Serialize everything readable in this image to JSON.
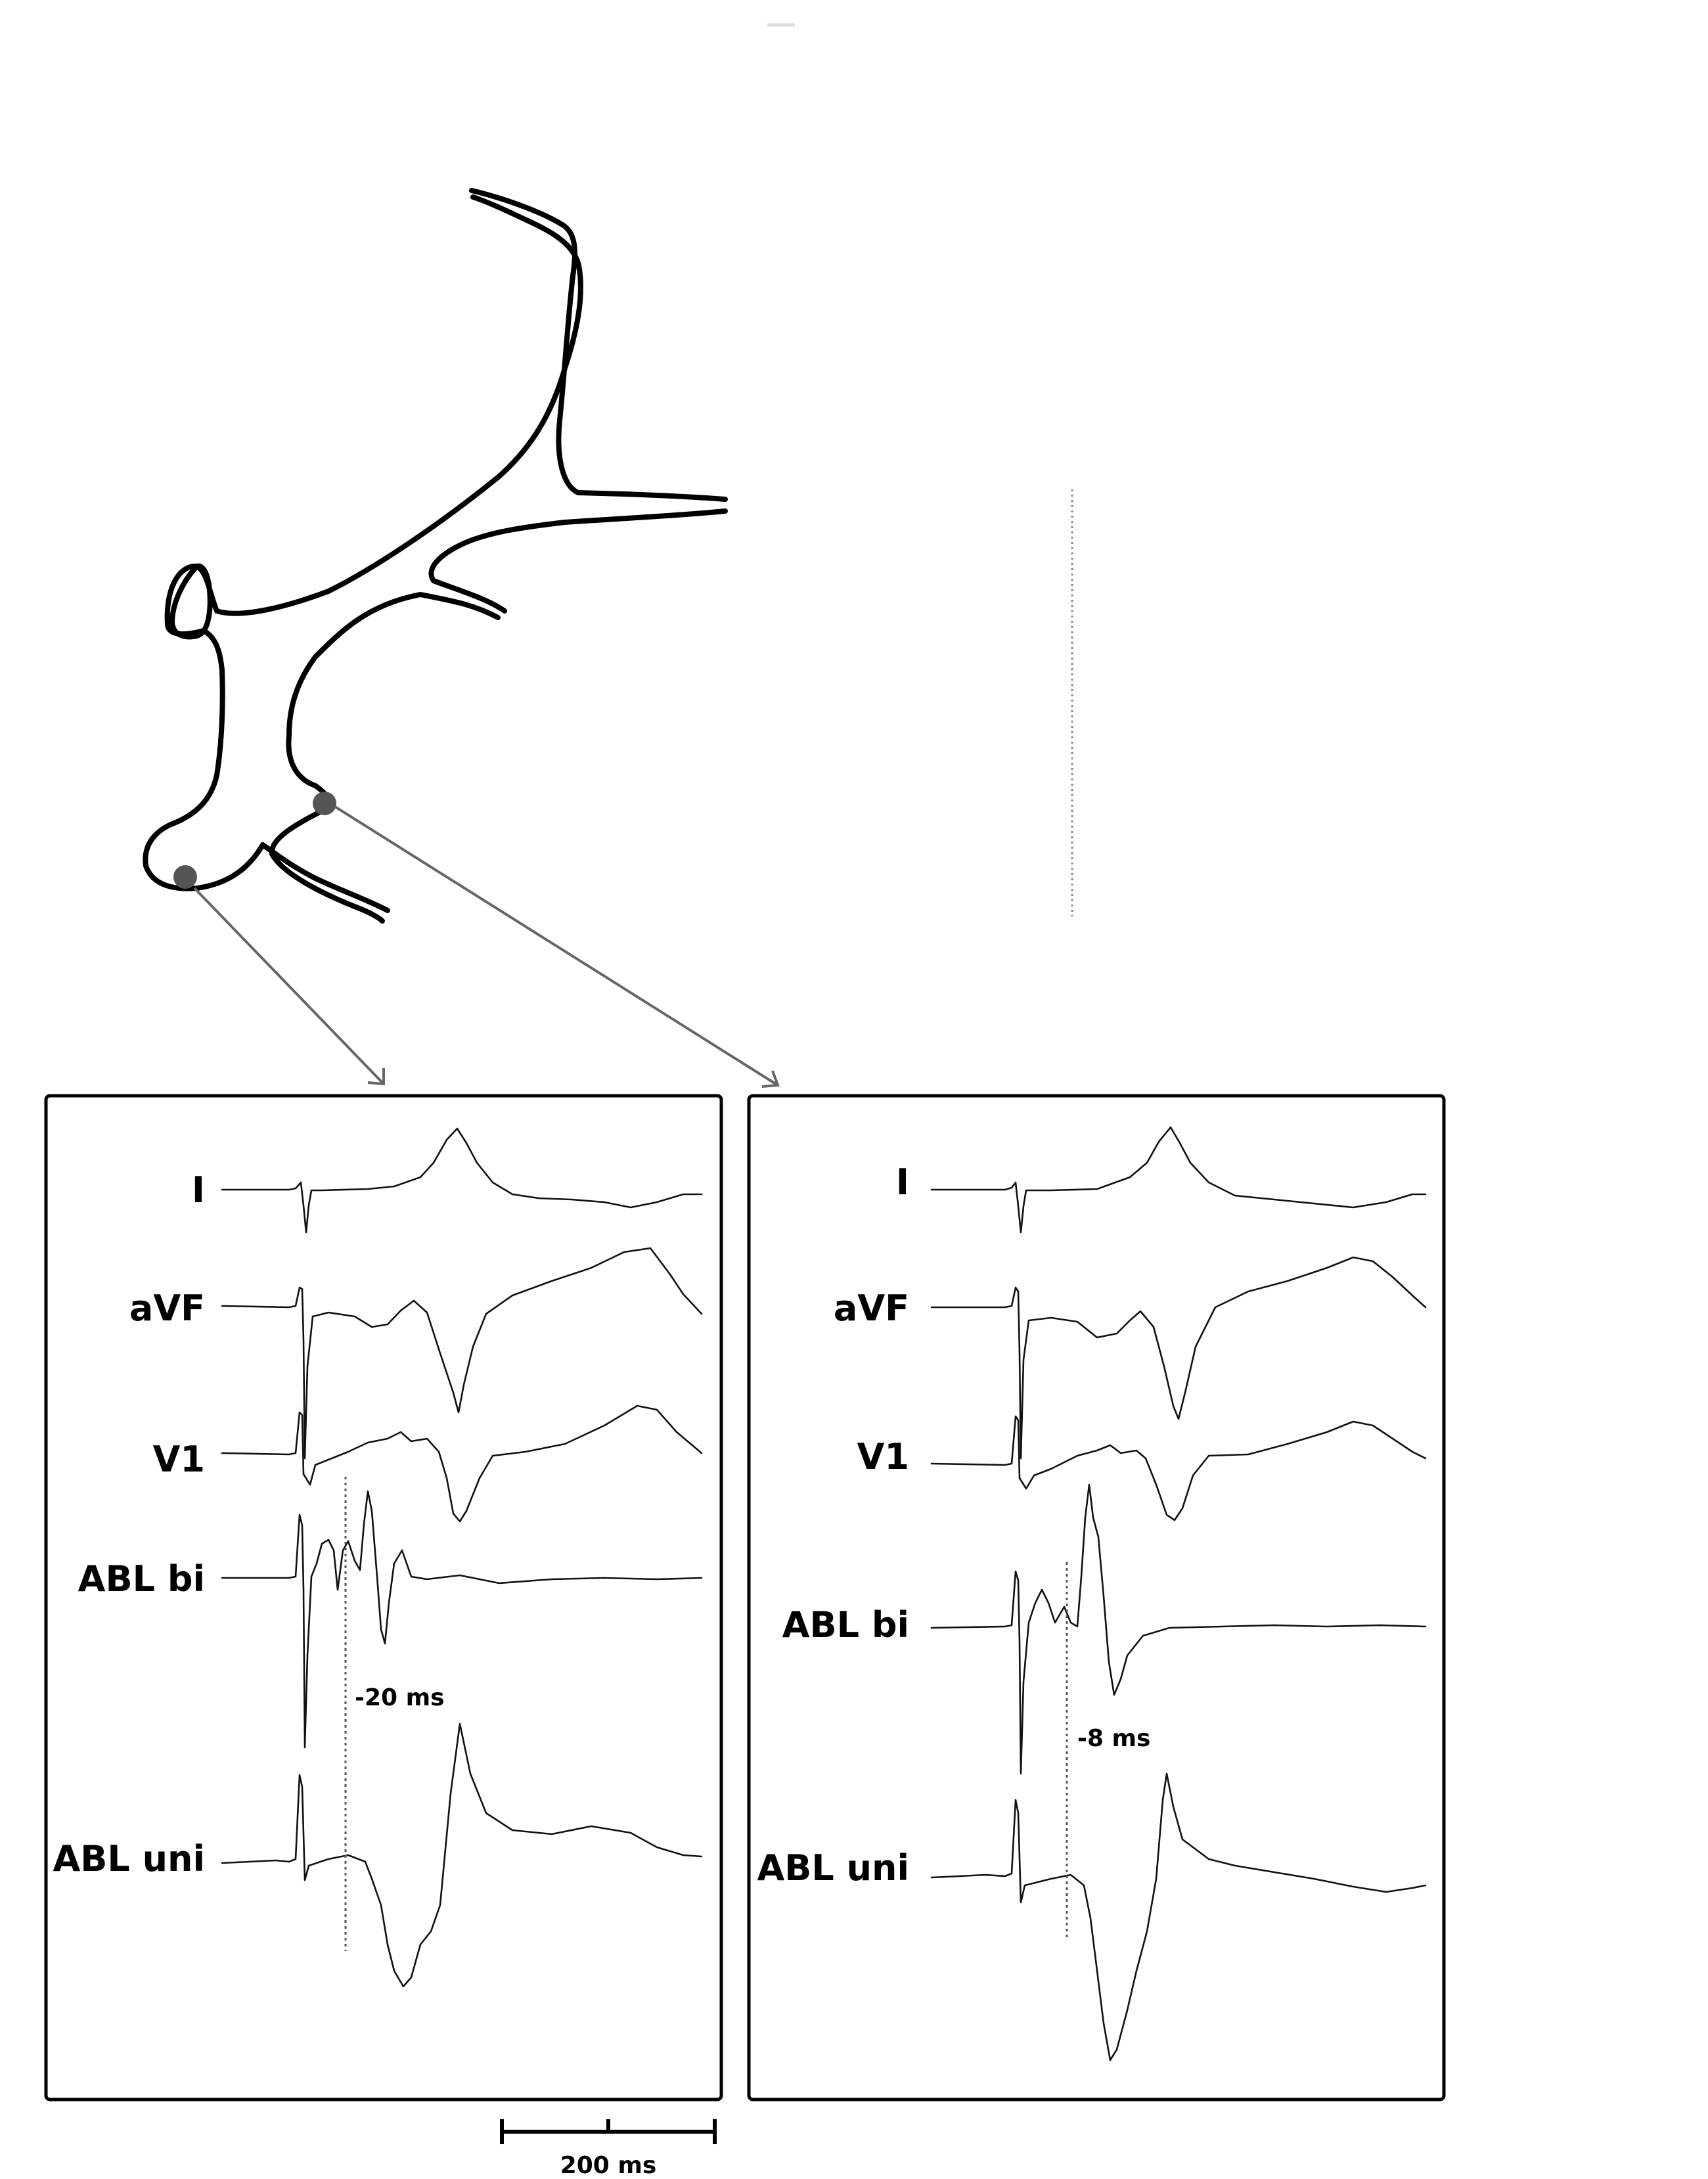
{
  "panels": [
    {
      "id": "left",
      "leads": [
        "I",
        "aVF",
        "V1",
        "ABL bi",
        "ABL uni"
      ],
      "timing_label": "-20 ms"
    },
    {
      "id": "right",
      "leads": [
        "I",
        "aVF",
        "V1",
        "ABL bi",
        "ABL uni"
      ],
      "timing_label": "-8 ms"
    }
  ],
  "scale_bar": {
    "label": "200 ms",
    "duration_ms": 200
  },
  "colors": {
    "ink": "#000000",
    "marker": "#555555",
    "arrow": "#666666",
    "background": "#ffffff"
  }
}
